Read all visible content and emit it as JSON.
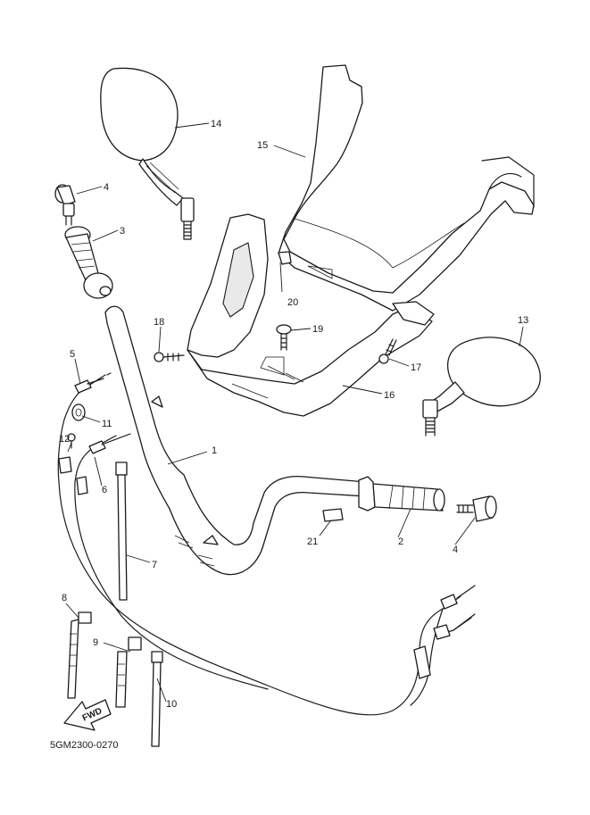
{
  "callouts": {
    "c1": "1",
    "c2": "2",
    "c3": "3",
    "c4a": "4",
    "c4b": "4",
    "c5": "5",
    "c6": "6",
    "c7": "7",
    "c8": "8",
    "c9": "9",
    "c10": "10",
    "c11": "11",
    "c12": "12",
    "c13": "13",
    "c14": "14",
    "c15": "15",
    "c16": "16",
    "c17": "17",
    "c18": "18",
    "c19": "19",
    "c20": "20",
    "c21": "21"
  },
  "direction_arrow": "FWD",
  "diagram_code": "5GM2300-0270"
}
